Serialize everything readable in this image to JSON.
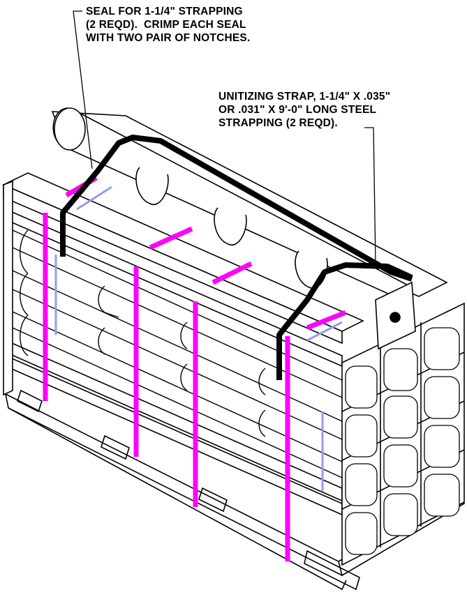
{
  "callouts": {
    "seal": {
      "line1": "SEAL FOR 1-1/4\" STRAPPING",
      "line2": "(2 REQD).  CRIMP EACH SEAL",
      "line3": "WITH TWO PAIR OF NOTCHES."
    },
    "strap": {
      "line1": "UNITIZING STRAP, 1-1/4\" X .035\"",
      "line2": "OR .031\" X 9'-0\" LONG STEEL",
      "line3": "STRAPPING (2 REQD)."
    }
  },
  "colors": {
    "line": "#000000",
    "strap_magenta": "#ff00ff",
    "strap_blue": "#9999ee",
    "unitizing_strap": "#000000",
    "background": "#ffffff"
  }
}
